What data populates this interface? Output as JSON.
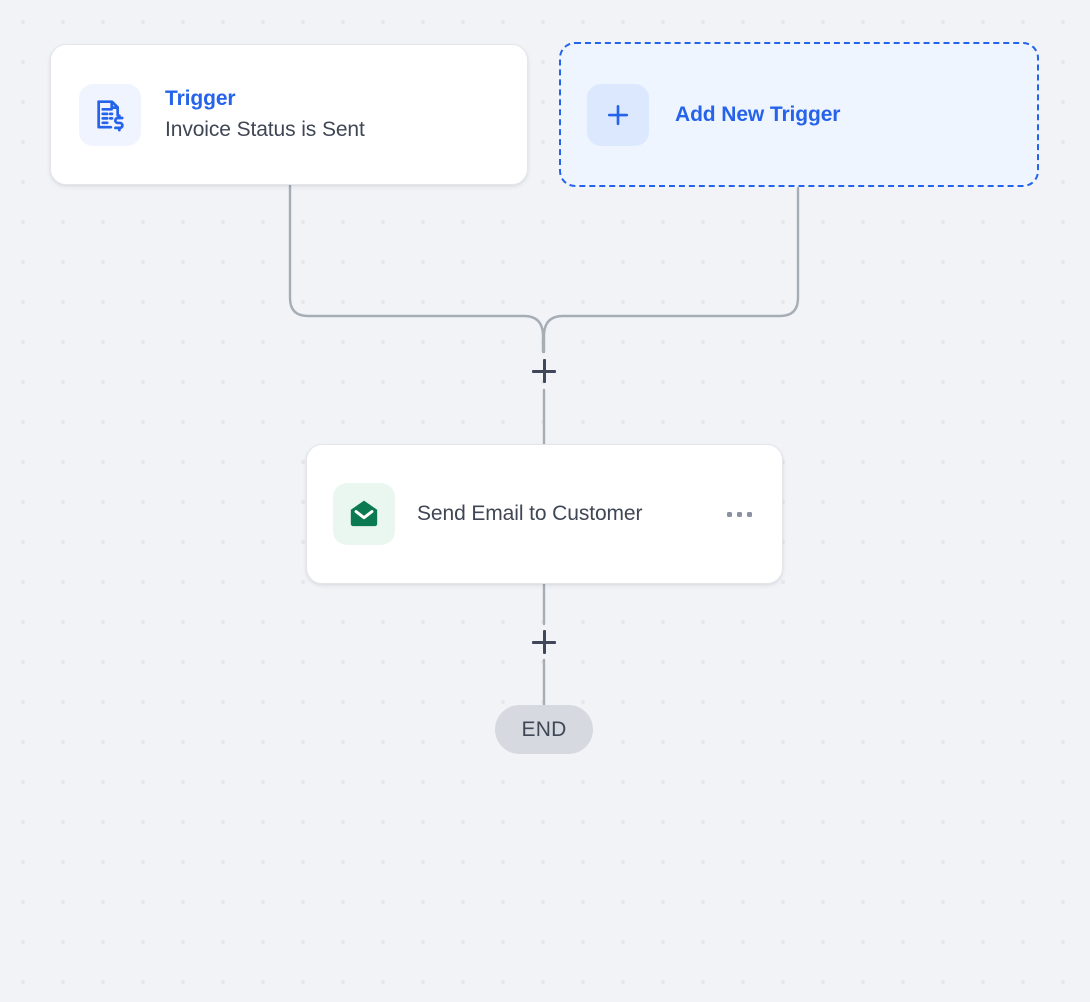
{
  "canvas": {
    "background_color": "#F1F3F7",
    "grid_dot_color": "#E6E7E8",
    "connector_color": "#A7ADB5"
  },
  "trigger_node": {
    "icon": "invoice-dollar-icon",
    "icon_color": "#2563EB",
    "icon_tile_color": "#EFF4FE",
    "title": "Trigger",
    "title_color": "#2563EB",
    "subtitle": "Invoice Status is Sent",
    "subtitle_color": "#3F4654"
  },
  "add_trigger_node": {
    "icon": "plus-icon",
    "icon_color": "#2563EB",
    "icon_tile_color": "#DBE8FD",
    "label": "Add New Trigger",
    "label_color": "#2563EB",
    "border_color": "#2563EB",
    "background_color": "#EFF5FE",
    "border_style": "dashed"
  },
  "action_node": {
    "icon": "mail-open-icon",
    "icon_color": "#0B7A52",
    "icon_tile_color": "#EAF7F0",
    "label": "Send Email to Customer",
    "label_color": "#3F4654",
    "menu_icon": "more-horizontal-icon",
    "menu_color": "#8B93A3"
  },
  "connectors": {
    "merge_plus_label": "+",
    "action_plus_label": "+"
  },
  "end_node": {
    "label": "END",
    "background_color": "#D6D9DF",
    "text_color": "#404858"
  }
}
